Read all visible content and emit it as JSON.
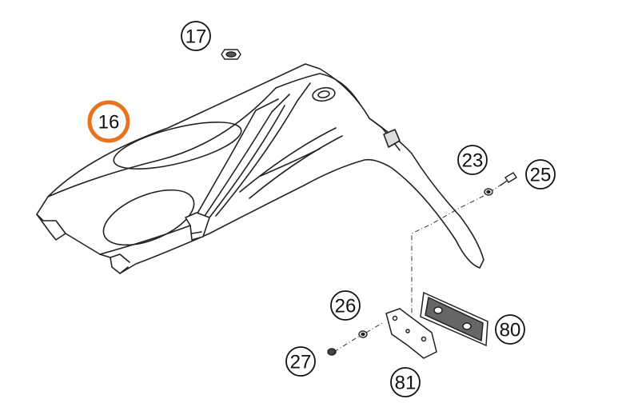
{
  "diagram": {
    "type": "exploded-parts-view",
    "highlight_color": "#e8731f",
    "highlighted_part": "16",
    "parts": [
      {
        "id": "p16",
        "label": "16",
        "name_icon": "fender-icon",
        "highlighted": true
      },
      {
        "id": "p17",
        "label": "17",
        "name_icon": "nut-icon"
      },
      {
        "id": "p23",
        "label": "23",
        "name_icon": "washer-icon"
      },
      {
        "id": "p25",
        "label": "25",
        "name_icon": "screw-icon"
      },
      {
        "id": "p26",
        "label": "26",
        "name_icon": "washer-icon"
      },
      {
        "id": "p27",
        "label": "27",
        "name_icon": "screw-icon"
      },
      {
        "id": "p80",
        "label": "80",
        "name_icon": "reflector-icon"
      },
      {
        "id": "p81",
        "label": "81",
        "name_icon": "bracket-plate-icon"
      }
    ]
  }
}
